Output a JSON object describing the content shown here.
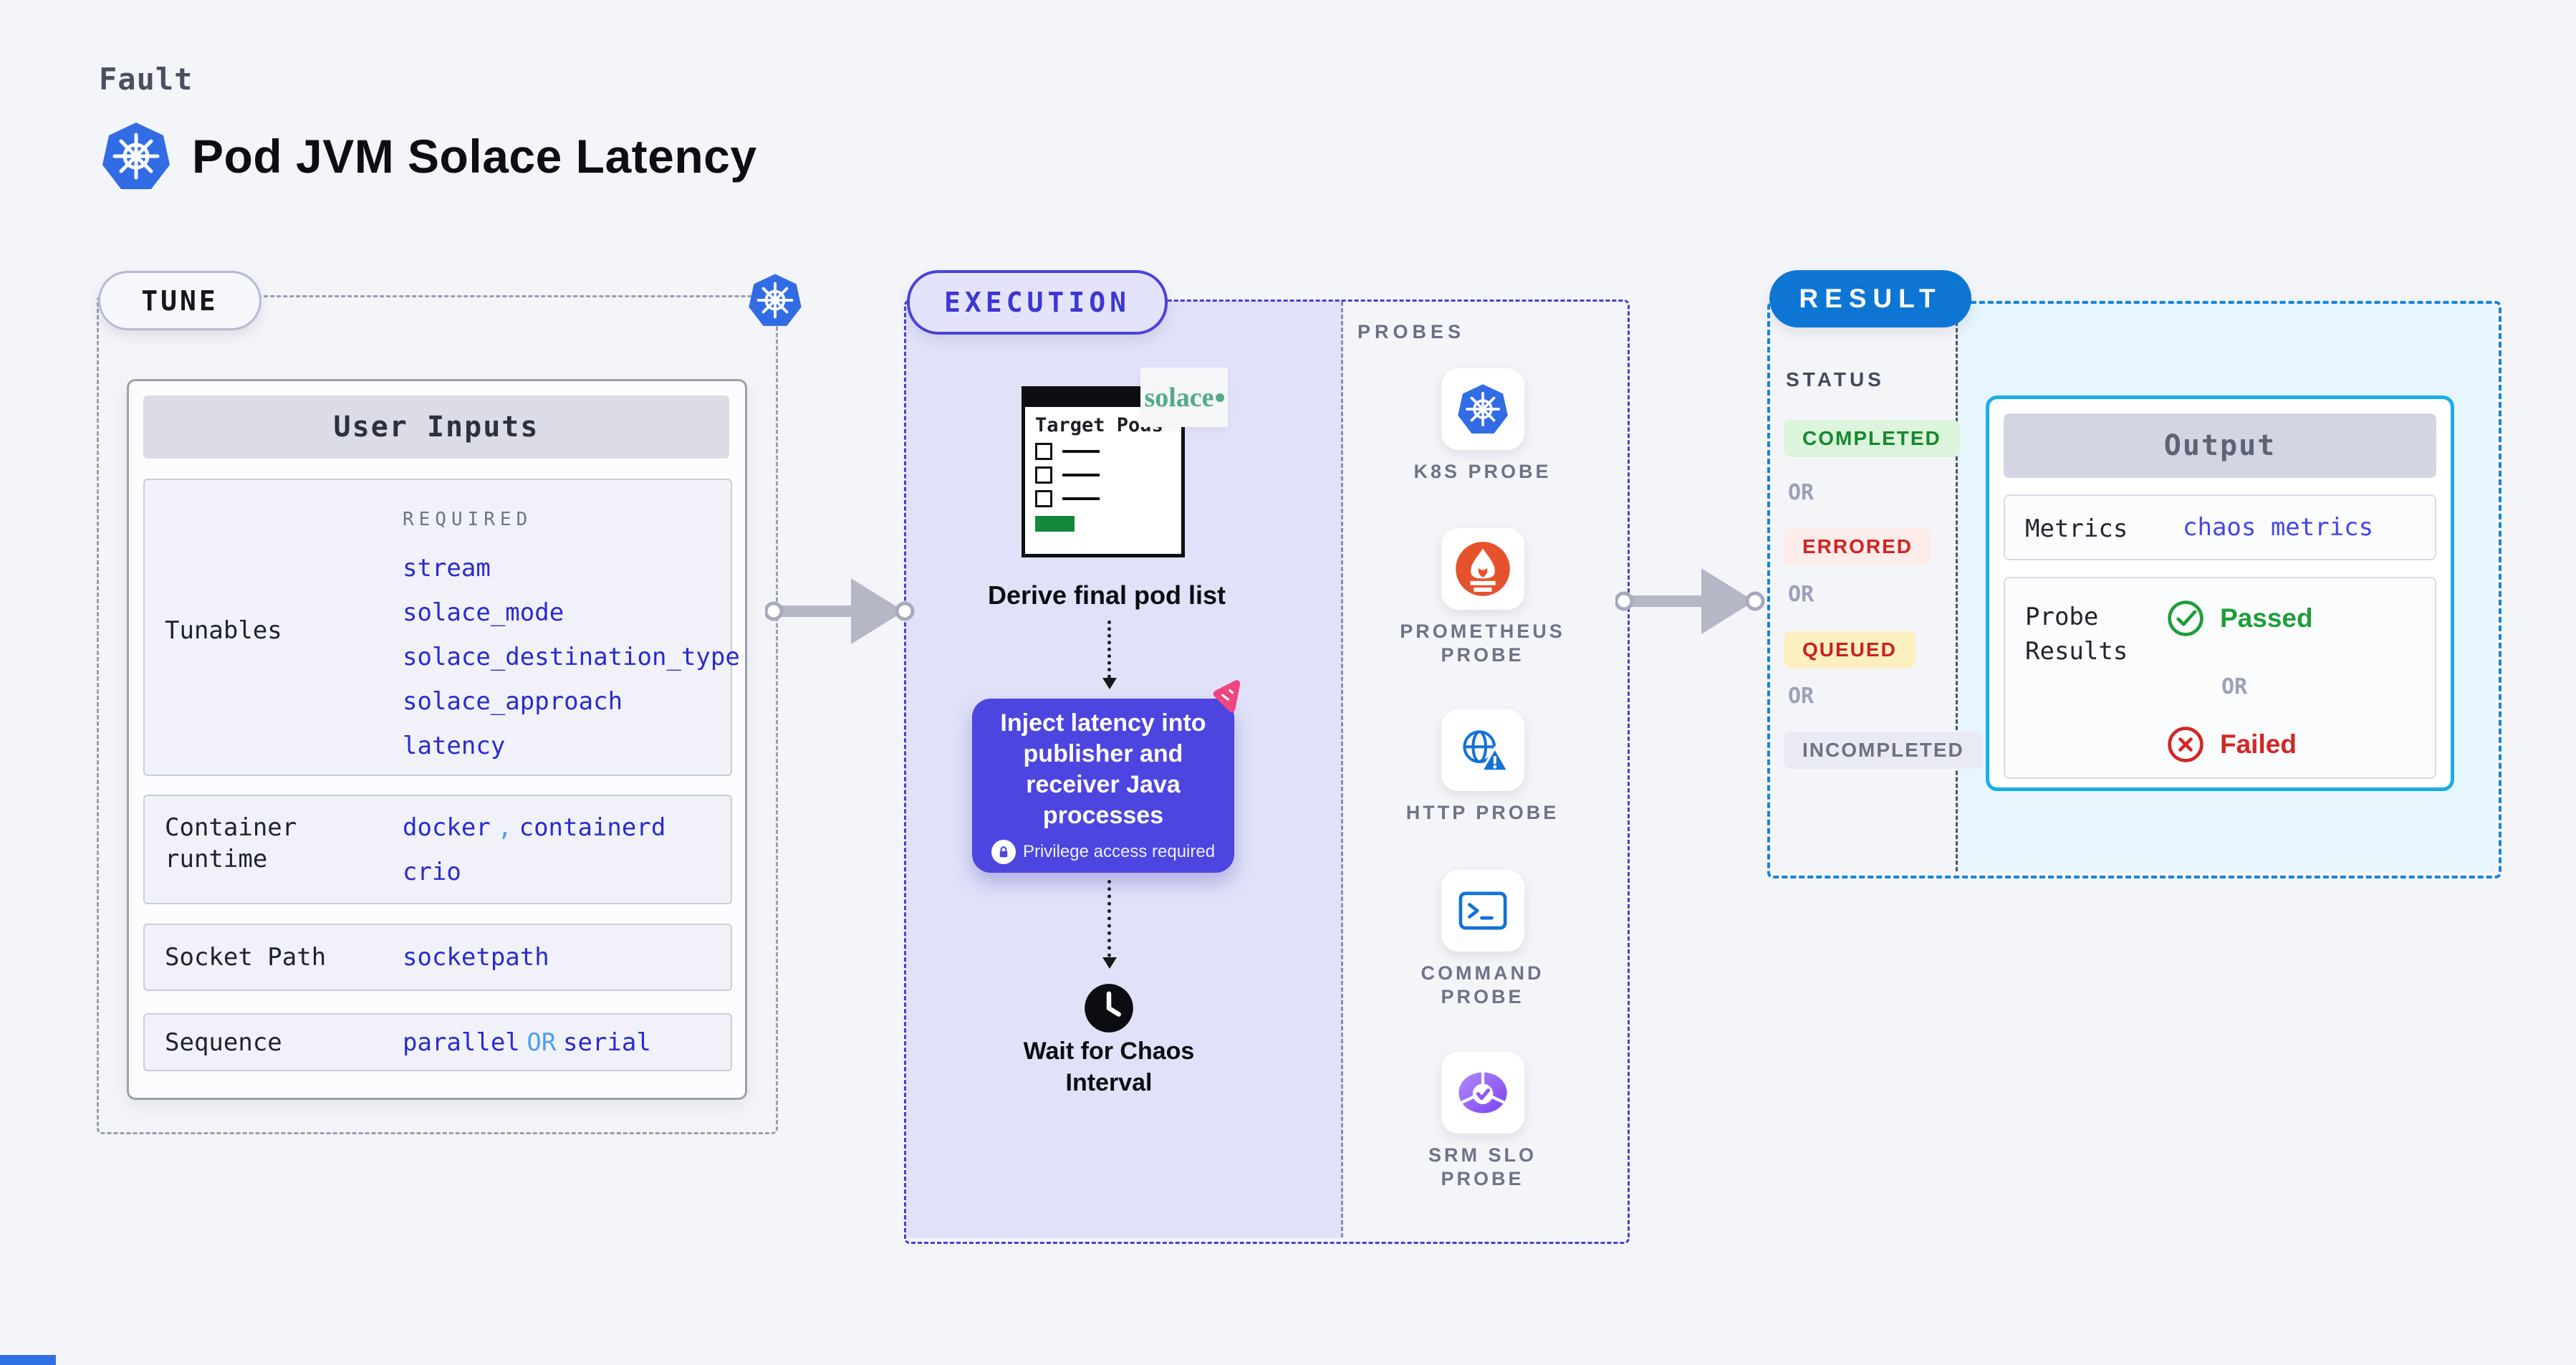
{
  "header": {
    "eyebrow": "Fault",
    "title": "Pod JVM Solace Latency"
  },
  "tune": {
    "label": "TUNE",
    "user_inputs": {
      "title": "User Inputs",
      "required_label": "REQUIRED",
      "tunables_label": "Tunables",
      "tunables": [
        "stream",
        "solace_mode",
        "solace_destination_type",
        "solace_approach",
        "latency"
      ],
      "container_runtime_label": "Container runtime",
      "container_runtime_value_1": "docker",
      "container_runtime_separator": ",",
      "container_runtime_value_2": "containerd",
      "container_runtime_value_3": "crio",
      "socket_path_label": "Socket Path",
      "socket_path_value": "socketpath",
      "sequence_label": "Sequence",
      "sequence_value_1": "parallel",
      "sequence_or": "OR",
      "sequence_value_2": "serial"
    }
  },
  "execution": {
    "label": "EXECUTION",
    "target_pods_title": "Target Pods",
    "solace_logo_text": "solace",
    "step_derive": "Derive final pod list",
    "step_inject": "Inject latency into publisher and receiver Java processes",
    "step_inject_badge": "Privilege access required",
    "step_wait": "Wait for Chaos Interval"
  },
  "probes": {
    "label": "PROBES",
    "items": [
      {
        "name": "K8S PROBE",
        "icon": "kubernetes-icon"
      },
      {
        "name": "PROMETHEUS PROBE",
        "icon": "prometheus-icon"
      },
      {
        "name": "HTTP PROBE",
        "icon": "globe-alert-icon"
      },
      {
        "name": "COMMAND PROBE",
        "icon": "terminal-icon"
      },
      {
        "name": "SRM SLO PROBE",
        "icon": "slo-donut-check-icon"
      }
    ]
  },
  "result": {
    "label": "RESULT",
    "status_label": "STATUS",
    "or_label": "OR",
    "statuses": [
      {
        "label": "COMPLETED",
        "text_color": "#168a2c",
        "bg_color": "#dcf3dc"
      },
      {
        "label": "ERRORED",
        "text_color": "#d32222",
        "bg_color": "#fdecea"
      },
      {
        "label": "QUEUED",
        "text_color": "#cc1f1f",
        "bg_color": "#fdf0c0"
      },
      {
        "label": "INCOMPLETED",
        "text_color": "#6b7280",
        "bg_color": "#e9eaf3"
      }
    ],
    "output": {
      "title": "Output",
      "metrics_label": "Metrics",
      "metrics_value": "chaos metrics",
      "probe_results_label": "Probe Results",
      "passed_label": "Passed",
      "or_label": "OR",
      "failed_label": "Failed"
    }
  },
  "colors": {
    "page_background": "#f4f5f9",
    "execution_fill": "#e1e2f9",
    "execution_border": "#4540d8",
    "inject_box": "#4d45e0",
    "result_pill": "#0d76d5",
    "result_border": "#1585df",
    "result_fill": "#e7f5fc",
    "output_border": "#1aade8",
    "kubernetes_blue": "#326ce5",
    "prometheus_orange": "#e6522c",
    "solace_green": "#53ab85",
    "value_blue": "#2a2ad0",
    "accent_light_blue": "#4f9df2",
    "passed_green": "#1f9d3a",
    "failed_red": "#d32626",
    "arrow_gray": "#b5b7c7",
    "chaos_pink": "#f0457f"
  }
}
